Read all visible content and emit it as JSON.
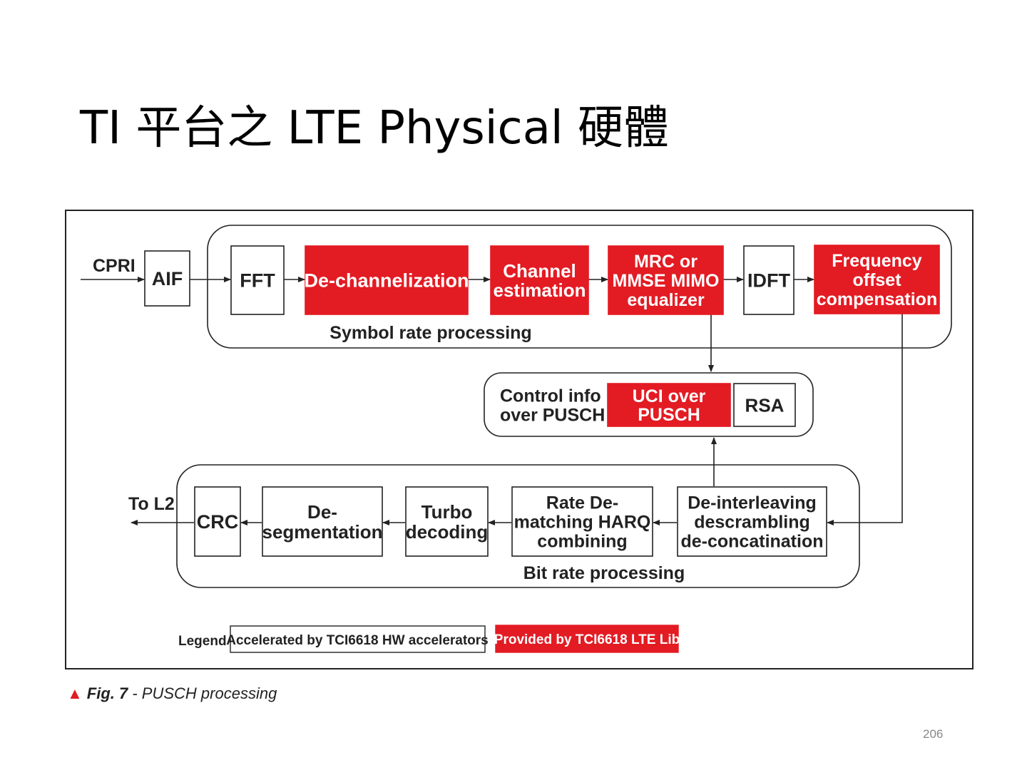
{
  "slide": {
    "title": "TI 平台之 LTE Physical 硬體",
    "page_number": "206"
  },
  "caption": {
    "marker": "▲",
    "figure_label": "Fig. 7",
    "text": " - PUSCH processing"
  },
  "colors": {
    "accent_red": "#e31b23",
    "stroke": "#222222",
    "text": "#222222"
  },
  "diagram": {
    "groups": [
      {
        "id": "symbol",
        "label": "Symbol rate processing"
      },
      {
        "id": "control",
        "label": "Control info\nover PUSCH"
      },
      {
        "id": "bit",
        "label": "Bit rate processing"
      }
    ],
    "external_labels": {
      "input": "CPRI",
      "output": "To L2"
    },
    "blocks": [
      {
        "id": "aif",
        "label": "AIF",
        "style": "hw"
      },
      {
        "id": "fft",
        "label": "FFT",
        "style": "hw"
      },
      {
        "id": "dechan",
        "label": "De-channelization",
        "style": "lib"
      },
      {
        "id": "chest",
        "label": "Channel\nestimation",
        "style": "lib"
      },
      {
        "id": "mrc",
        "label": "MRC or\nMMSE MIMO\nequalizer",
        "style": "lib"
      },
      {
        "id": "idft",
        "label": "IDFT",
        "style": "hw"
      },
      {
        "id": "freq",
        "label": "Frequency\noffset\ncompensation",
        "style": "lib"
      },
      {
        "id": "uci",
        "label": "UCI over\nPUSCH",
        "style": "lib"
      },
      {
        "id": "rsa",
        "label": "RSA",
        "style": "hw"
      },
      {
        "id": "deint",
        "label": "De-interleaving\ndescrambling\nde-concatination",
        "style": "hw"
      },
      {
        "id": "ratedm",
        "label": "Rate De-\nmatching HARQ\ncombining",
        "style": "hw"
      },
      {
        "id": "turbo",
        "label": "Turbo\ndecoding",
        "style": "hw"
      },
      {
        "id": "deseg",
        "label": "De-\nsegmentation",
        "style": "hw"
      },
      {
        "id": "crc",
        "label": "CRC",
        "style": "hw"
      }
    ],
    "edges": [
      {
        "from": "cpri",
        "to": "aif"
      },
      {
        "from": "aif",
        "to": "fft"
      },
      {
        "from": "fft",
        "to": "dechan"
      },
      {
        "from": "dechan",
        "to": "chest"
      },
      {
        "from": "chest",
        "to": "mrc"
      },
      {
        "from": "mrc",
        "to": "idft"
      },
      {
        "from": "idft",
        "to": "freq"
      },
      {
        "from": "mrc",
        "to": "control"
      },
      {
        "from": "freq",
        "to": "deint"
      },
      {
        "from": "deint",
        "to": "control"
      },
      {
        "from": "deint",
        "to": "ratedm"
      },
      {
        "from": "ratedm",
        "to": "turbo"
      },
      {
        "from": "turbo",
        "to": "deseg"
      },
      {
        "from": "deseg",
        "to": "crc"
      },
      {
        "from": "crc",
        "to": "to-l2"
      }
    ],
    "legend": {
      "title": "Legend",
      "hw": "Accelerated by TCI6618 HW accelerators",
      "lib": "Provided by TCI6618 LTE Lib"
    }
  }
}
